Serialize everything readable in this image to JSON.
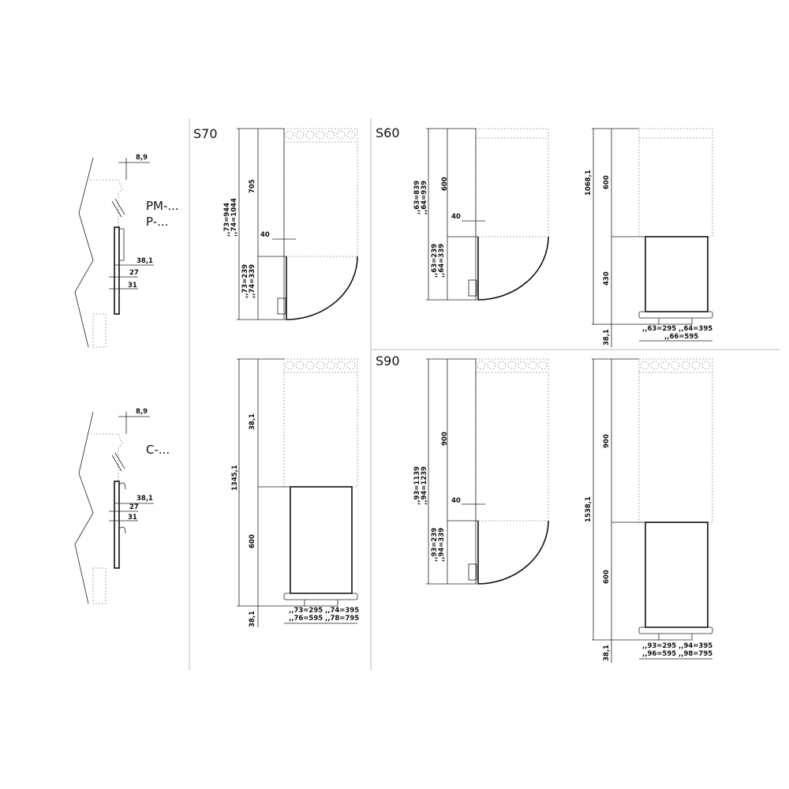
{
  "sections": {
    "s70": "S70",
    "s60": "S60",
    "s90": "S90"
  },
  "detail_top": {
    "d1": "8,9",
    "l1": "PM-...",
    "l2": "P-...",
    "d2": "38,1",
    "d3": "27",
    "d4": "31"
  },
  "detail_bottom": {
    "d1": "8,9",
    "l1": "C-...",
    "d2": "38,1",
    "d3": "27",
    "d4": "31"
  },
  "s70_wall": {
    "h": "705",
    "t1": ",,73=944",
    "t2": ",,74=1044",
    "gap": "40",
    "b1": ",,73=239",
    "b2": ",,74=339"
  },
  "s70_stand": {
    "top": "38,1",
    "total": "1345,1",
    "mid": "600",
    "bot": "38,1",
    "w1": ",,73=295",
    "w2": ",,74=395",
    "w3": ",,76=595",
    "w4": ",,78=795"
  },
  "s60_wall": {
    "h": "600",
    "t1": ",,63=839",
    "t2": ",,64=939",
    "gap": "40",
    "b1": ",,63=239",
    "b2": ",,64=339"
  },
  "s60_stand": {
    "total": "1068,1",
    "top": "600",
    "mid": "430",
    "bot": "38,1",
    "w1": ",,63=295",
    "w2": ",,64=395",
    "w3": ",,66=595"
  },
  "s90_wall": {
    "h": "900",
    "t1": ",,93=1139",
    "t2": ",,94=1239",
    "gap": "40",
    "b1": ",,93=239",
    "b2": ",,94=339"
  },
  "s90_stand": {
    "total": "1538,1",
    "top": "900",
    "mid": "600",
    "bot": "38,1",
    "w1": ",,93=295",
    "w2": ",,94=395",
    "w3": ",,96=595",
    "w4": ",,98=795"
  }
}
